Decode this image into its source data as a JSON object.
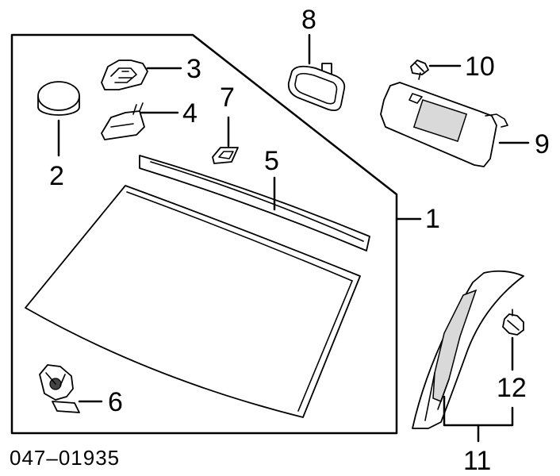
{
  "callouts": {
    "c1": "1",
    "c2": "2",
    "c3": "3",
    "c4": "4",
    "c5": "5",
    "c6": "6",
    "c7": "7",
    "c8": "8",
    "c9": "9",
    "c10": "10",
    "c11": "11",
    "c12": "12"
  },
  "caption": "047–01935",
  "colors": {
    "line": "#000000",
    "background": "#ffffff",
    "shade": "#d9d9d9"
  }
}
